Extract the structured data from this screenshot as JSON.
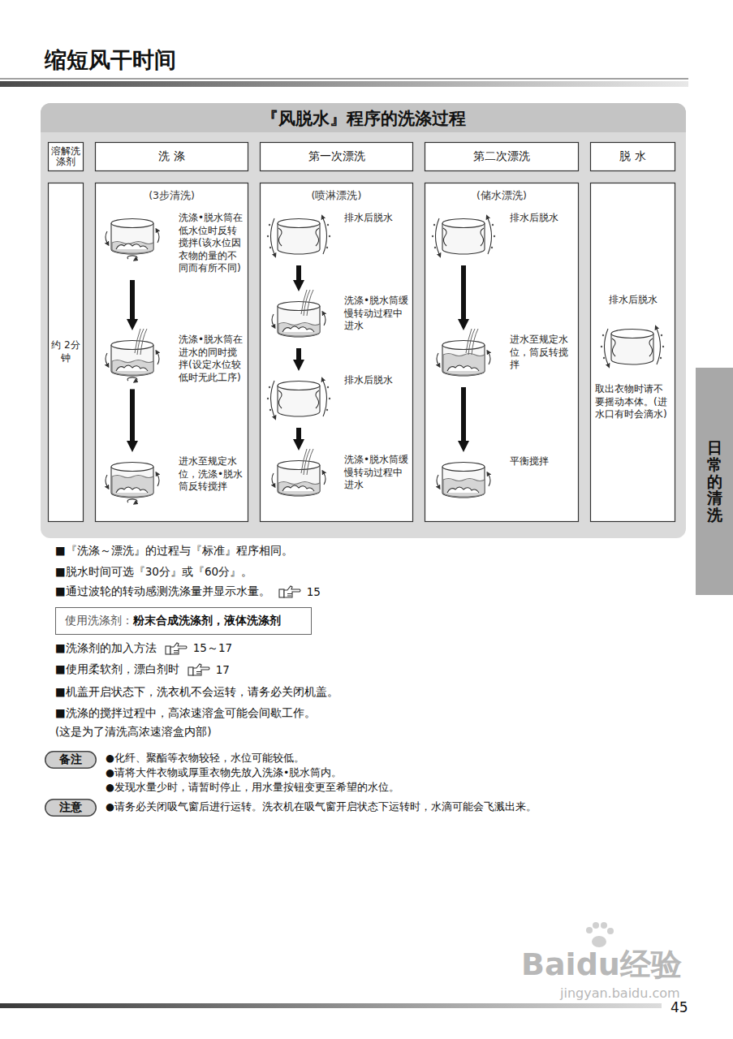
{
  "diagram": {
    "title": "缩短风干时间",
    "nodes": [
      {
        "text": [
          "『风脱水』程序的洗涤过程"
        ]
      },
      {
        "text": [
          "溶解洗涤剂"
        ],
        "in": 0
      },
      {
        "text": [
          "洗 涤"
        ],
        "in": 0
      },
      {
        "text": [
          "第一次漂洗"
        ],
        "in": 0
      },
      {
        "text": [
          "第二次漂洗"
        ],
        "in": 0
      },
      {
        "text": [
          "脱 水"
        ],
        "in": 0
      },
      {
        "text": [
          "约 2分钟"
        ],
        "in": 0
      },
      {
        "text": [
          "(3步清洗)"
        ],
        "in": 0
      },
      {
        "text": [
          "洗涤•脱水筒在低水位时反转搅拌(该水位因衣物的量的不同而有所不同)"
        ],
        "in": 7
      },
      {
        "text": [
          "洗涤•脱水筒在进水的同时搅拌(设定水位较低时无此工序)"
        ],
        "in": 7
      },
      {
        "text": [
          "进水至规定水位，洗涤•脱水筒反转搅拌"
        ],
        "in": 7
      },
      {
        "text": [
          "(喷淋漂洗)"
        ],
        "in": 0
      },
      {
        "text": [
          "排水后脱水"
        ],
        "in": 11
      },
      {
        "text": [
          "洗涤•脱水筒缓慢转动过程中进水"
        ],
        "in": 11
      },
      {
        "text": [
          "排水后脱水"
        ],
        "in": 11
      },
      {
        "text": [
          "洗涤•脱水筒缓慢转动过程中进水"
        ],
        "in": 11
      },
      {
        "text": [
          "(储水漂洗)"
        ],
        "in": 0
      },
      {
        "text": [
          "排水后脱水"
        ],
        "in": 16
      },
      {
        "text": [
          "进水至规定水位，筒反转搅拌"
        ],
        "in": 16
      },
      {
        "text": [
          "平衡搅拌"
        ],
        "in": 16
      },
      {
        "text": [
          "排水后脱水",
          "取出衣物时请不要摇动本体。(进水口有时会滴水)"
        ],
        "in": 0
      },
      {
        "text": [
          "使用洗涤剂：",
          "粉末合成洗涤剂，液体洗涤剂"
        ]
      },
      {
        "text": [
          "备注"
        ]
      },
      {
        "text": [
          "注意"
        ]
      },
      {
        "text": [
          "日常的清洗"
        ]
      }
    ],
    "edges": [
      {
        "from": 8,
        "to": 9,
        "arrow": "to"
      },
      {
        "from": 9,
        "to": 10,
        "arrow": "to"
      },
      {
        "from": 12,
        "to": 13,
        "arrow": "to"
      },
      {
        "from": 13,
        "to": 14,
        "arrow": "to"
      },
      {
        "from": 14,
        "to": 15,
        "arrow": "to"
      },
      {
        "from": 17,
        "to": 18,
        "arrow": "to"
      },
      {
        "from": 18,
        "to": 19,
        "arrow": "to"
      }
    ],
    "labels": [
      "■『洗涤～漂洗』的过程与『标准』程序相同。",
      "■脱水时间可选『30分』或『60分』。",
      "■通过波轮的转动感测洗涤量并显示水量。",
      "15",
      "■洗涤剂的加入方法",
      "15～17",
      "■使用柔软剂，漂白剂时",
      "17",
      "■机盖开启状态下，洗衣机不会运转，请务必关闭机盖。",
      "■洗涤的搅拌过程中，高浓速溶盒可能会间歇工作。",
      "(这是为了清洗高浓速溶盒内部)",
      "●化纤、聚酯等衣物较轻，水位可能较低。",
      "●请将大件衣物或厚重衣物先放入洗涤•脱水筒内。",
      "●发现水量少时，请暂时停止，用水量按钮变更至希望的水位。",
      "●请务必关闭吸气窗后进行运转。洗衣机在吸气窗开启状态下运转时，水滴可能会飞溅出来。",
      "45",
      "Baidu经验",
      "jingyan.baidu.com"
    ]
  }
}
